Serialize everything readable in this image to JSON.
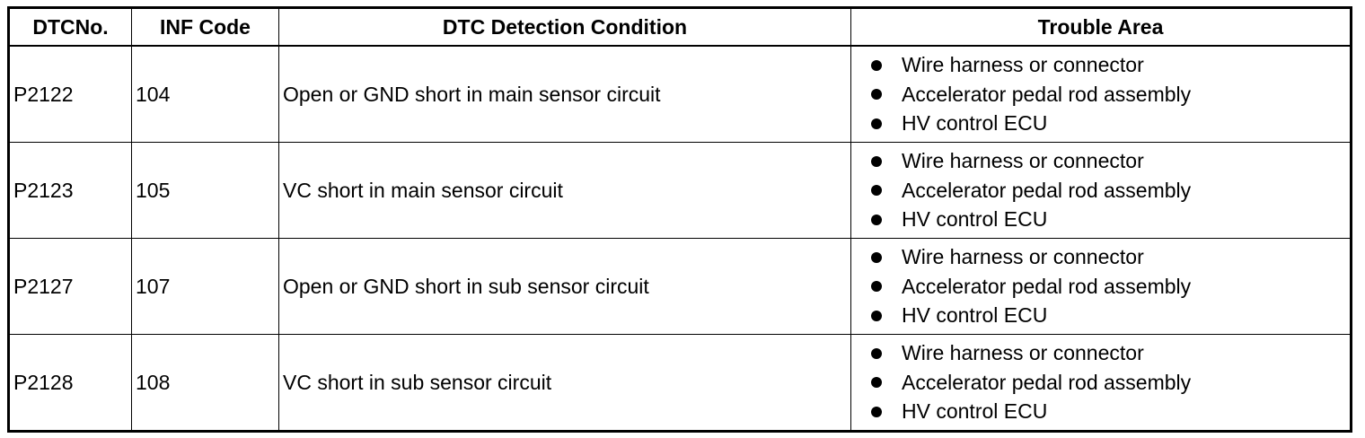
{
  "table": {
    "headers": [
      "DTCNo.",
      "INF Code",
      "DTC Detection Condition",
      "Trouble Area"
    ],
    "rows": [
      {
        "dtc_no": "P2122",
        "inf_code": "104",
        "condition": "Open or GND short in main sensor circuit",
        "trouble_area": [
          "Wire harness or connector",
          "Accelerator pedal rod assembly",
          "HV control ECU"
        ]
      },
      {
        "dtc_no": "P2123",
        "inf_code": "105",
        "condition": "VC short in main sensor circuit",
        "trouble_area": [
          "Wire harness or connector",
          "Accelerator pedal rod assembly",
          "HV control ECU"
        ]
      },
      {
        "dtc_no": "P2127",
        "inf_code": "107",
        "condition": "Open or GND short in sub sensor circuit",
        "trouble_area": [
          "Wire harness or connector",
          "Accelerator pedal rod assembly",
          "HV control ECU"
        ]
      },
      {
        "dtc_no": "P2128",
        "inf_code": "108",
        "condition": "VC short in sub sensor circuit",
        "trouble_area": [
          "Wire harness or connector",
          "Accelerator pedal rod assembly",
          "HV control ECU"
        ]
      }
    ]
  }
}
